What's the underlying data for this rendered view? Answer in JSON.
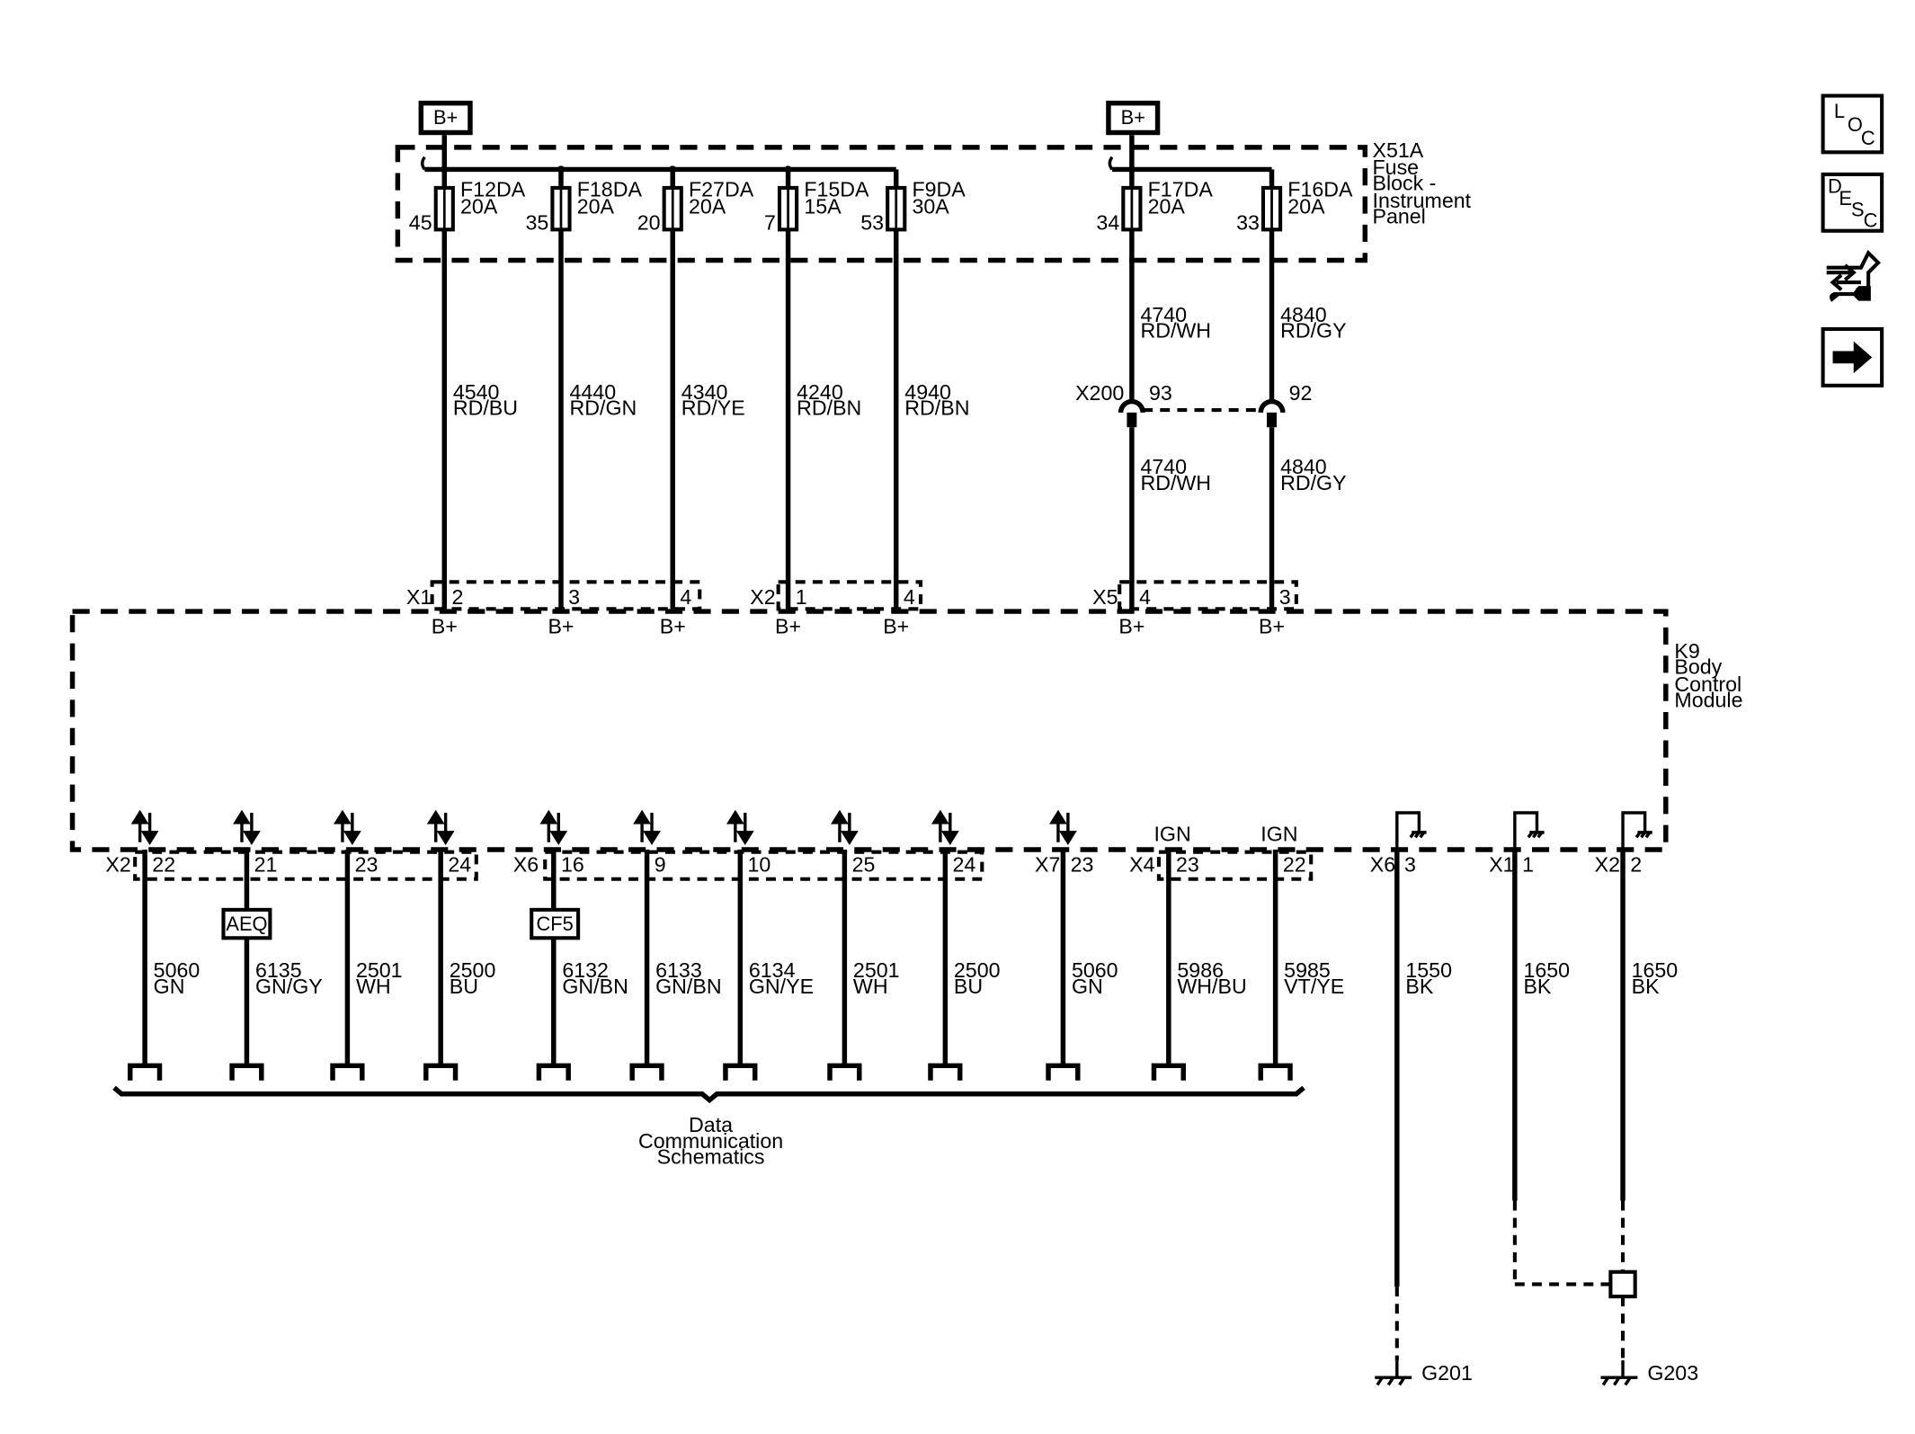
{
  "supply": {
    "bplus_top": "B+"
  },
  "fuse_block": {
    "name_lines": [
      "X51A",
      "Fuse",
      "Block -",
      "Instrument",
      "Panel"
    ],
    "fuses": [
      {
        "id": "F12DA",
        "rating": "20A",
        "pin": "45"
      },
      {
        "id": "F18DA",
        "rating": "20A",
        "pin": "35"
      },
      {
        "id": "F27DA",
        "rating": "20A",
        "pin": "20"
      },
      {
        "id": "F15DA",
        "rating": "15A",
        "pin": "7"
      },
      {
        "id": "F9DA",
        "rating": "30A",
        "pin": "53"
      },
      {
        "id": "F17DA",
        "rating": "20A",
        "pin": "34"
      },
      {
        "id": "F16DA",
        "rating": "20A",
        "pin": "33"
      }
    ]
  },
  "upper_wires": [
    {
      "circuit": "4540",
      "color": "RD/BU"
    },
    {
      "circuit": "4440",
      "color": "RD/GN"
    },
    {
      "circuit": "4340",
      "color": "RD/YE"
    },
    {
      "circuit": "4240",
      "color": "RD/BN"
    },
    {
      "circuit": "4940",
      "color": "RD/BN"
    },
    {
      "circuit": "4740",
      "color": "RD/WH"
    },
    {
      "circuit": "4840",
      "color": "RD/GY"
    }
  ],
  "inline_connector": {
    "name": "X200",
    "pins": [
      "93",
      "92"
    ]
  },
  "below_inline_wires": [
    {
      "circuit": "4740",
      "color": "RD/WH"
    },
    {
      "circuit": "4840",
      "color": "RD/GY"
    }
  ],
  "module": {
    "name_lines": [
      "K9",
      "Body",
      "Control",
      "Module"
    ],
    "top_connectors": [
      "X1",
      "X2",
      "X5"
    ],
    "top_pins": [
      "2",
      "3",
      "4",
      "1",
      "4",
      "4",
      "3"
    ],
    "top_pin_labels": [
      "B+",
      "B+",
      "B+",
      "B+",
      "B+",
      "B+",
      "B+"
    ],
    "bottom_connectors": [
      "X2",
      "X6",
      "X7",
      "X4",
      "X6",
      "X1",
      "X2"
    ],
    "bottom_pins": [
      "22",
      "21",
      "23",
      "24",
      "16",
      "9",
      "10",
      "25",
      "24",
      "23",
      "23",
      "22",
      "3",
      "1",
      "2"
    ],
    "ign_labels": [
      "IGN",
      "IGN"
    ]
  },
  "components": [
    "AEQ",
    "CF5"
  ],
  "lower_wires": [
    {
      "circuit": "5060",
      "color": "GN"
    },
    {
      "circuit": "6135",
      "color": "GN/GY"
    },
    {
      "circuit": "2501",
      "color": "WH"
    },
    {
      "circuit": "2500",
      "color": "BU"
    },
    {
      "circuit": "6132",
      "color": "GN/BN"
    },
    {
      "circuit": "6133",
      "color": "GN/BN"
    },
    {
      "circuit": "6134",
      "color": "GN/YE"
    },
    {
      "circuit": "2501",
      "color": "WH"
    },
    {
      "circuit": "2500",
      "color": "BU"
    },
    {
      "circuit": "5060",
      "color": "GN"
    },
    {
      "circuit": "5986",
      "color": "WH/BU"
    },
    {
      "circuit": "5985",
      "color": "VT/YE"
    },
    {
      "circuit": "1550",
      "color": "BK"
    },
    {
      "circuit": "1650",
      "color": "BK"
    },
    {
      "circuit": "1650",
      "color": "BK"
    }
  ],
  "data_comm_lines": [
    "Data",
    "Communication",
    "Schematics"
  ],
  "grounds": [
    "G201",
    "G203"
  ],
  "side_buttons": [
    {
      "name": "loc-button",
      "letters": [
        "L",
        "O",
        "C"
      ]
    },
    {
      "name": "desc-button",
      "letters": [
        "D",
        "E",
        "S",
        "C"
      ]
    },
    {
      "name": "connector-info-icon",
      "icon": "connector-wrench-icon"
    },
    {
      "name": "next-arrow-icon",
      "icon": "right-arrow-icon"
    }
  ]
}
